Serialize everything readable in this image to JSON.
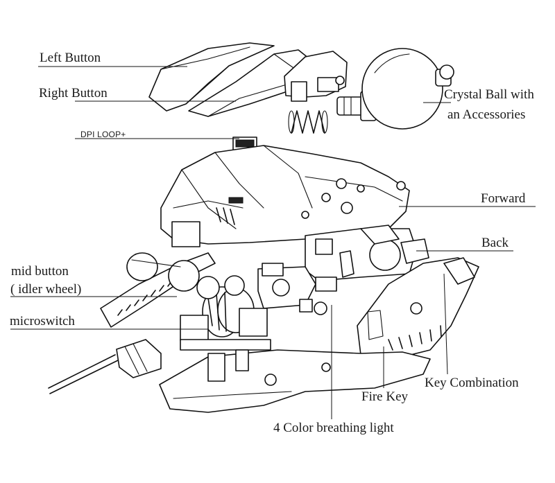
{
  "labels": {
    "left_button": "Left Button",
    "right_button": "Right Button",
    "dpi_loop": "DPI LOOP+",
    "crystal_ball_line1": "Crystal Ball with",
    "crystal_ball_line2": "an Accessories",
    "forward": "Forward",
    "back": "Back",
    "mid_button_line1": "mid button",
    "mid_button_line2": "( idler wheel)",
    "microswitch": "microswitch",
    "key_combination": "Key Combination",
    "fire_key": "Fire Key",
    "breathing_light": "4 Color breathing light"
  },
  "colors": {
    "ink": "#111111",
    "background": "#ffffff"
  }
}
